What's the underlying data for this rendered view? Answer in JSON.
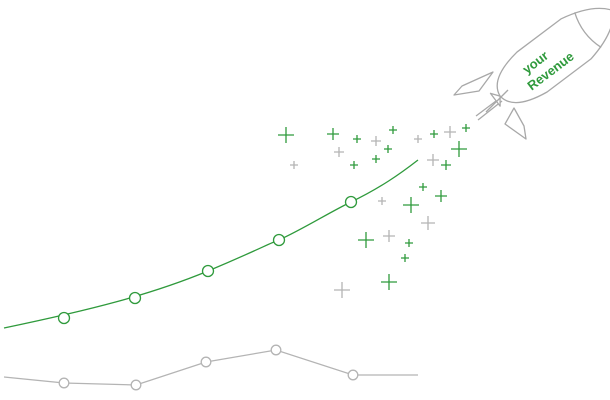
{
  "rocket": {
    "label_line1": "your",
    "label_line2": "Revenue"
  },
  "colors": {
    "green": "#2f9a3c",
    "gray": "#b4b4b4",
    "rocket_stroke": "#a8a8a8",
    "rocket_fill": "#ffffff",
    "label": "#2f9a3c"
  },
  "series": [
    {
      "id": "revenue",
      "color_key": "green",
      "markers": 5
    },
    {
      "id": "baseline",
      "color_key": "gray",
      "markers": 5
    }
  ]
}
